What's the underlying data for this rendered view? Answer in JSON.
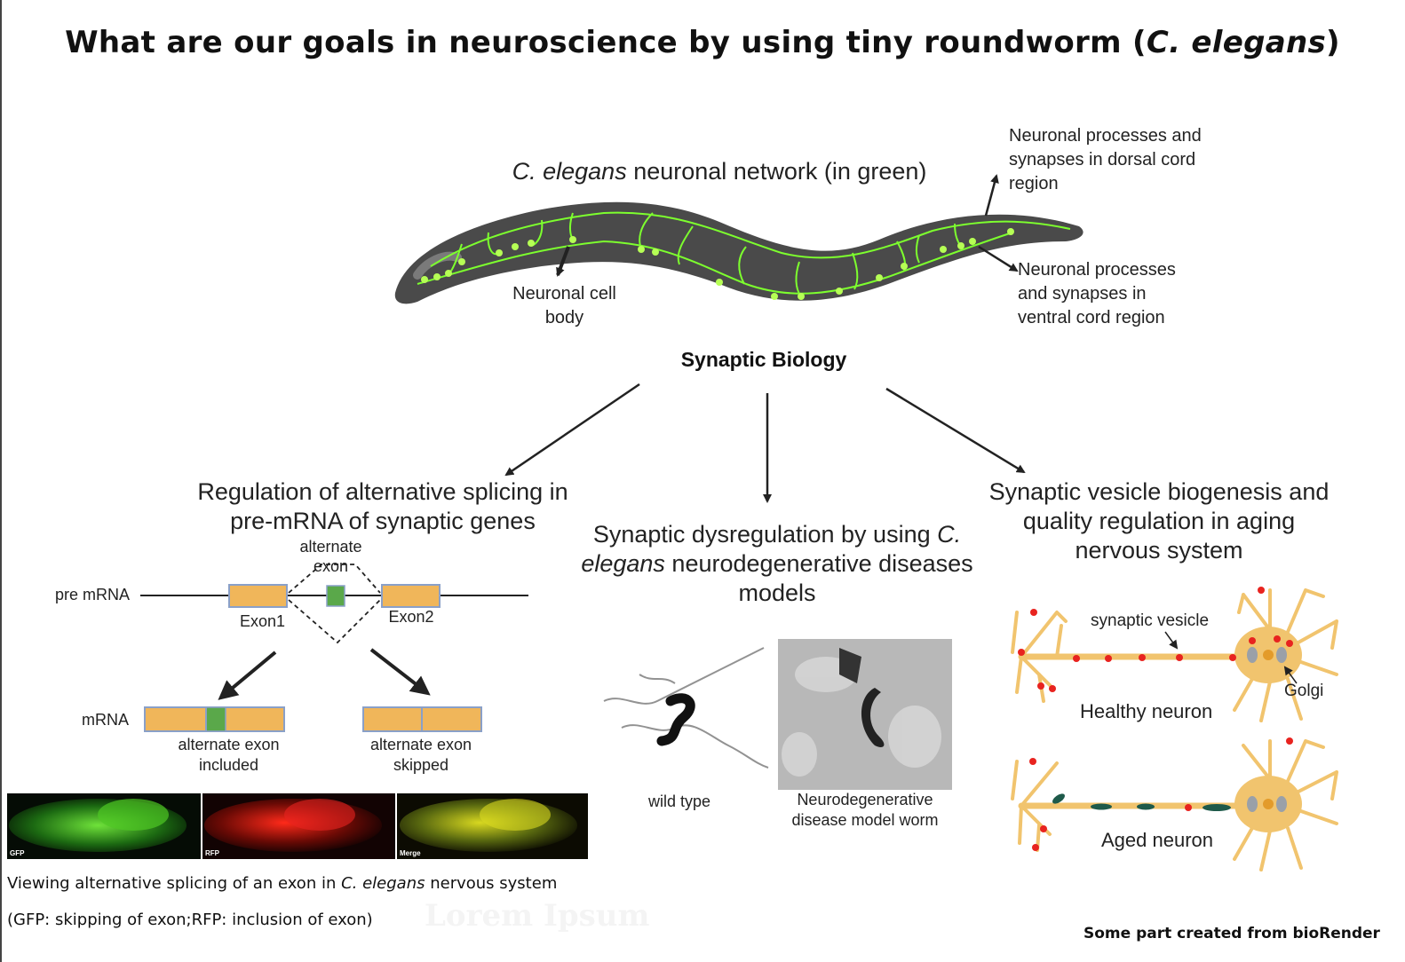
{
  "title": {
    "main": "What are our goals in neuroscience by using tiny roundworm (",
    "species": "C. elegans",
    "close": ")"
  },
  "worm": {
    "network_species": "C. elegans",
    "network_label": " neuronal network (in green)",
    "dorsal_label": "Neuronal processes and synapses in dorsal cord region",
    "ventral_label": "Neuronal processes and synapses in ventral cord region",
    "cell_body_label": "Neuronal cell body"
  },
  "center_label": "Synaptic Biology",
  "branches": {
    "splicing": "Regulation of alternative splicing in pre-mRNA of synaptic genes",
    "dysregulation_a": "Synaptic dysregulation by using ",
    "dysregulation_species": "C. elegans",
    "dysregulation_b": " neurodegenerative diseases models",
    "vesicle": "Synaptic vesicle biogenesis and quality regulation in aging nervous system"
  },
  "splicing_diagram": {
    "pre_mrna": "pre mRNA",
    "alternate_exon": "alternate exon",
    "exon1": "Exon1",
    "exon2": "Exon2",
    "mrna": "mRNA",
    "included": "alternate exon included",
    "skipped": "alternate exon skipped",
    "panels": [
      "GFP",
      "RFP",
      "Merge"
    ],
    "caption_a": "Viewing alternative splicing of an exon in ",
    "caption_species": "C. elegans",
    "caption_b": " nervous system",
    "caption_2": "(GFP: skipping of exon;RFP: inclusion of exon)",
    "watermark": "Lorem Ipsum"
  },
  "worm_images": {
    "wild_type": "wild type",
    "disease_model": "Neurodegenerative disease model worm"
  },
  "neurons": {
    "synaptic_vesicle": "synaptic vesicle",
    "golgi": "Golgi",
    "healthy": "Healthy neuron",
    "aged": "Aged neuron"
  },
  "credit": "Some part created from bioRender",
  "colors": {
    "worm_body": "#4a4a4a",
    "neuron_green": "#7dff2e",
    "exon": "#f0b65a",
    "alt_exon": "#5aa84a",
    "neuron_body": "#f1c46e",
    "vesicle_red": "#e8231f",
    "aged_marker": "#1e5a4a"
  }
}
